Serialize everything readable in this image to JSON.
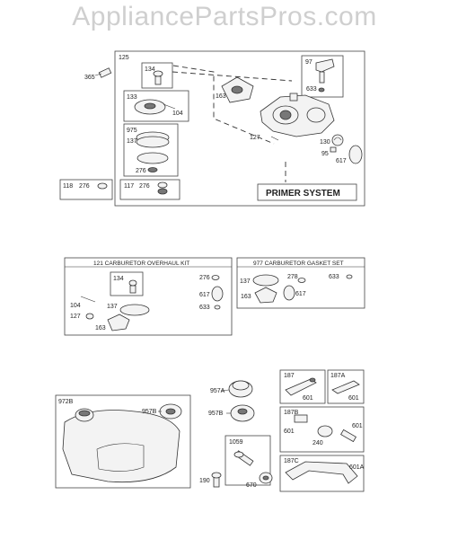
{
  "watermark": "AppliancePartsPros.com",
  "primer_system": {
    "title": "PRIMER SYSTEM",
    "labels": [
      "125",
      "365",
      "134",
      "133",
      "104",
      "163",
      "97",
      "633",
      "975",
      "137",
      "276",
      "127",
      "130",
      "95",
      "617",
      "118",
      "276",
      "117",
      "276"
    ]
  },
  "overhaul_kit": {
    "title": "121 CARBURETOR OVERHAUL KIT",
    "labels": [
      "134",
      "276",
      "617",
      "633",
      "104",
      "127",
      "137",
      "163"
    ]
  },
  "gasket_set": {
    "title": "977 CARBURETOR GASKET SET",
    "labels": [
      "137",
      "278",
      "633",
      "163",
      "617"
    ]
  },
  "lower": {
    "labels": [
      "972B",
      "957B",
      "957A",
      "957B",
      "1059",
      "190",
      "670",
      "187",
      "601",
      "187A",
      "601",
      "187B",
      "601",
      "240",
      "601",
      "187C",
      "601A"
    ]
  }
}
